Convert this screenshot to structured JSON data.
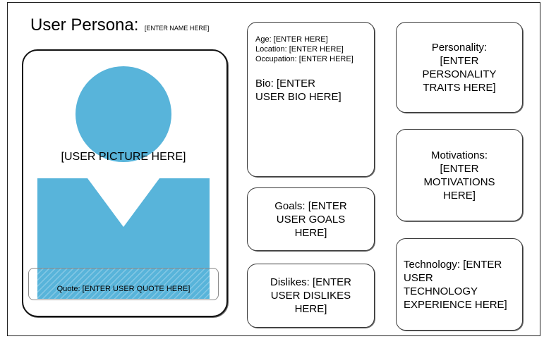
{
  "header": {
    "title": "User Persona:",
    "name_placeholder": "[ENTER NAME HERE]"
  },
  "photo_card": {
    "picture_label": "[USER PICTURE HERE]",
    "quote": "Quote: [ENTER USER QUOTE HERE]",
    "avatar_color": "#58b4da"
  },
  "details_card": {
    "age": "Age: [ENTER  HERE]",
    "location": "Location: [ENTER HERE]",
    "occupation": "Occupation: [ENTER HERE]",
    "bio": "Bio: [ENTER\nUSER BIO HERE]"
  },
  "goals_card": {
    "text": "Goals: [ENTER\nUSER GOALS\nHERE]"
  },
  "dislikes_card": {
    "text": "Dislikes: [ENTER\nUSER DISLIKES\nHERE]"
  },
  "personality_card": {
    "text": "Personality:\n[ENTER\nPERSONALITY\nTRAITS HERE]"
  },
  "motivations_card": {
    "text": "Motivations:\n[ENTER\nMOTIVATIONS\nHERE]"
  },
  "technology_card": {
    "text": "Technology: [ENTER\nUSER\nTECHNOLOGY\nEXPERIENCE HERE]"
  }
}
